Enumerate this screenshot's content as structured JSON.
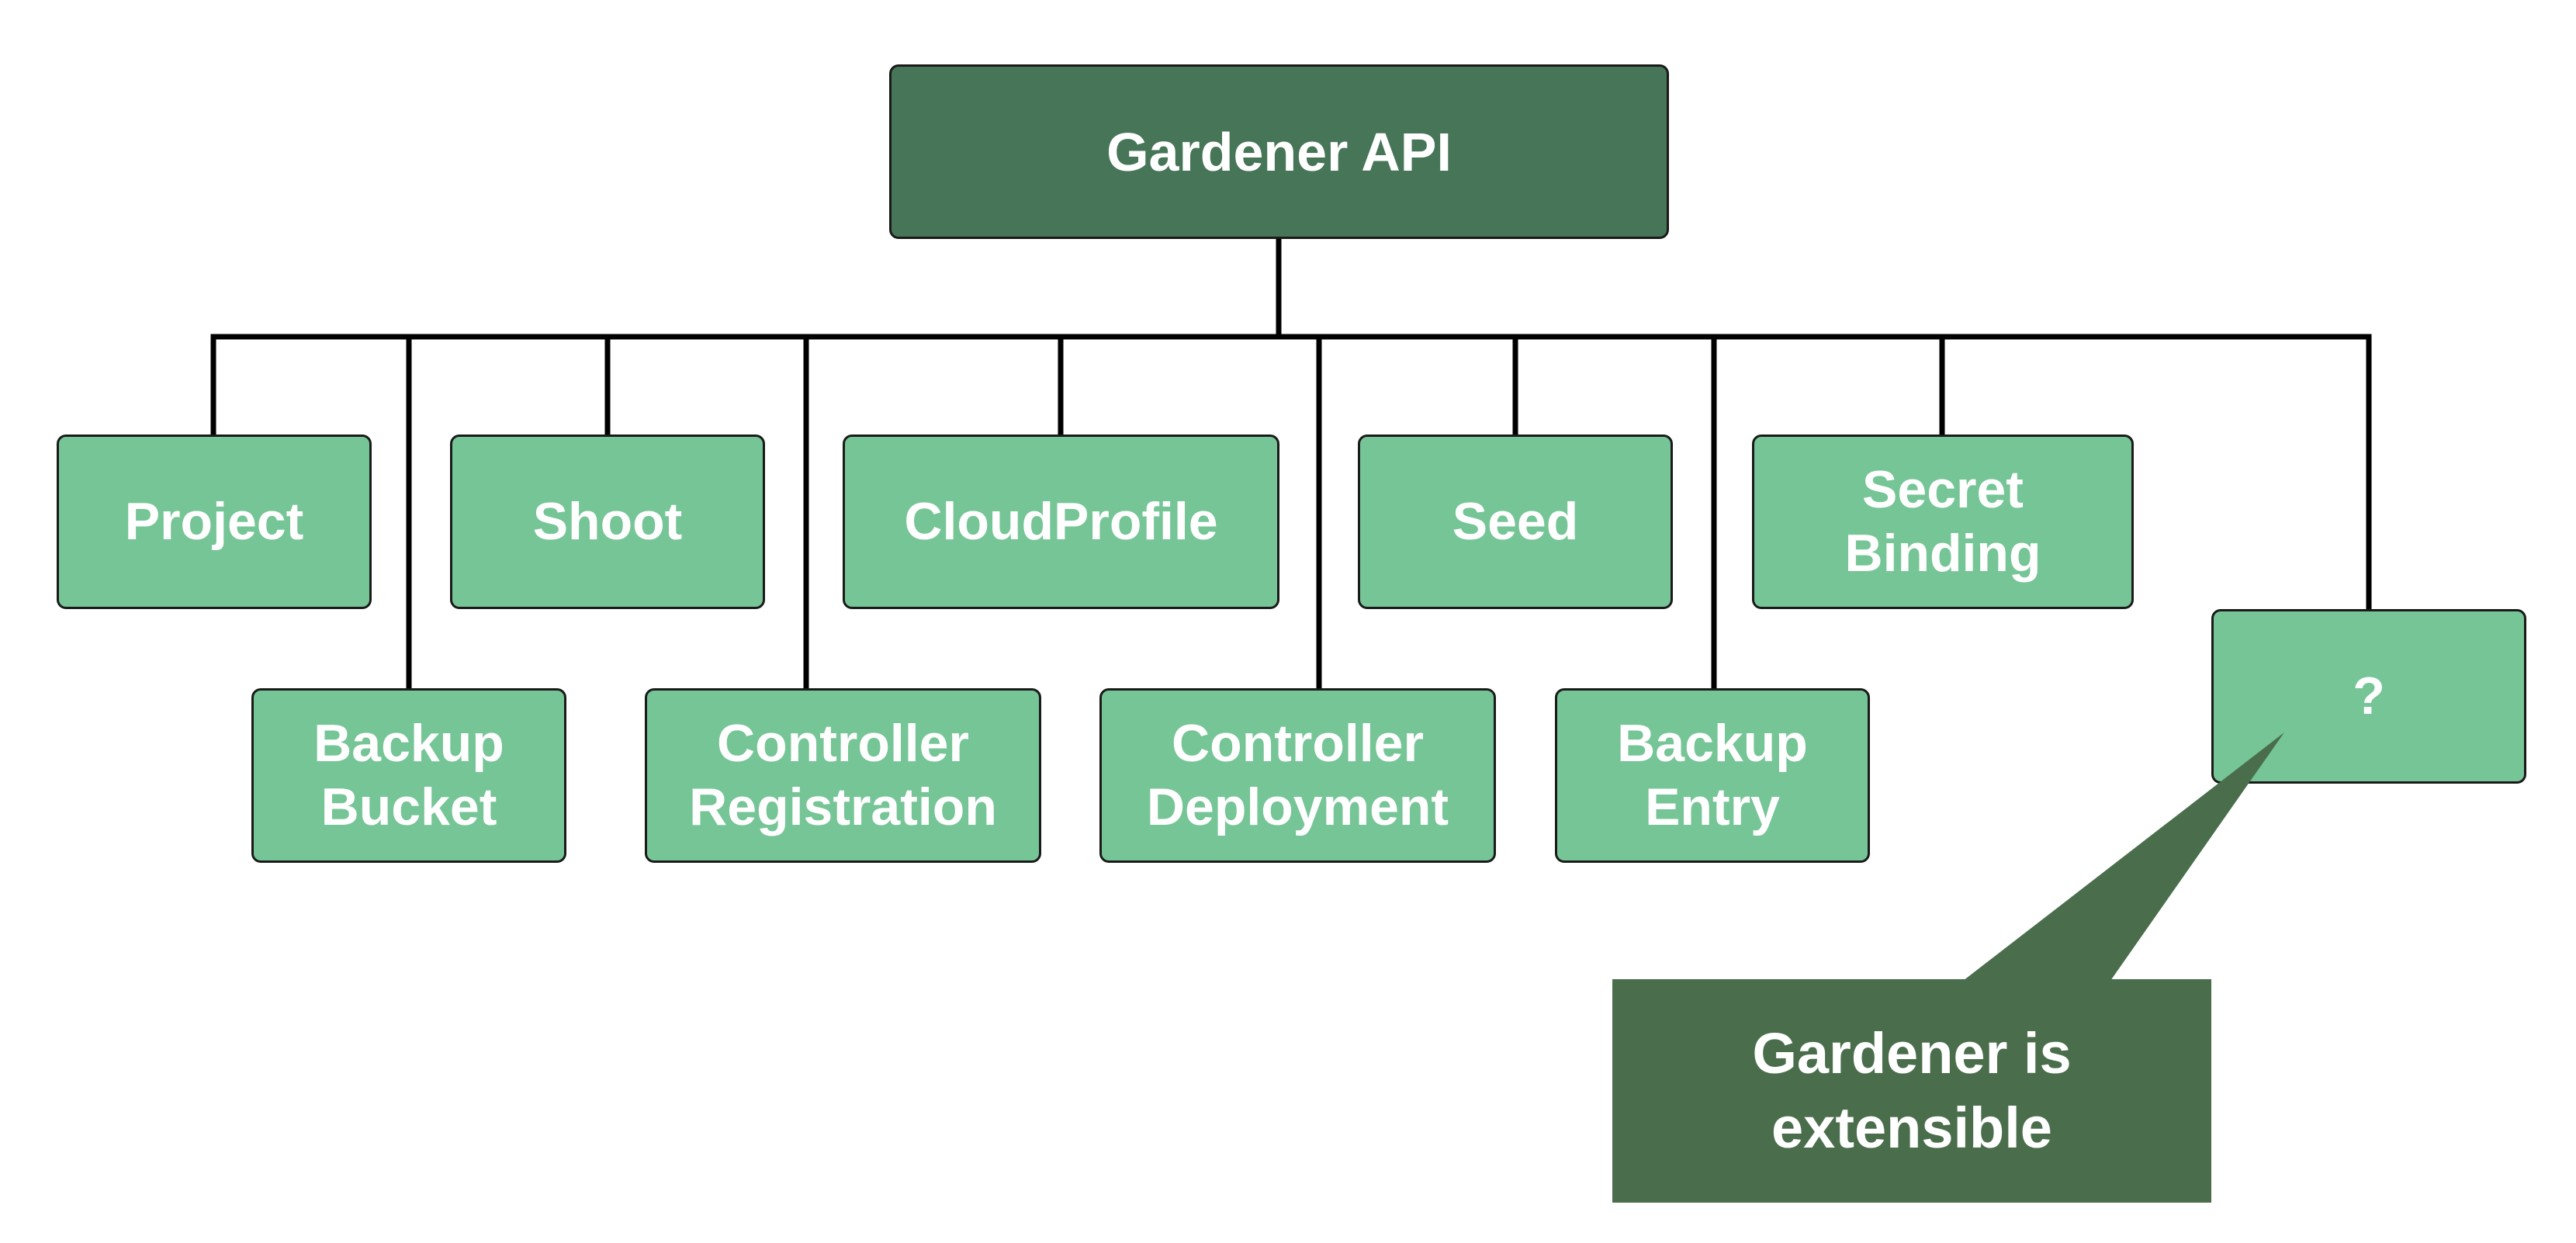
{
  "diagram": {
    "root": {
      "label": "Gardener API"
    },
    "resources": [
      {
        "id": "project",
        "label": "Project"
      },
      {
        "id": "backup-bucket",
        "label": "Backup\nBucket"
      },
      {
        "id": "shoot",
        "label": "Shoot"
      },
      {
        "id": "controller-registration",
        "label": "Controller\nRegistration"
      },
      {
        "id": "cloudprofile",
        "label": "CloudProfile"
      },
      {
        "id": "controller-deployment",
        "label": "Controller\nDeployment"
      },
      {
        "id": "seed",
        "label": "Seed"
      },
      {
        "id": "backup-entry",
        "label": "Backup\nEntry"
      },
      {
        "id": "secret-binding",
        "label": "Secret\nBinding"
      },
      {
        "id": "unknown",
        "label": "?"
      }
    ],
    "callout": {
      "text": "Gardener is\nextensible"
    },
    "colors": {
      "root_fill": "#467557",
      "resource_fill": "#76c596",
      "callout_fill": "#4a6e4c",
      "connector": "#000000",
      "text": "#ffffff"
    }
  }
}
